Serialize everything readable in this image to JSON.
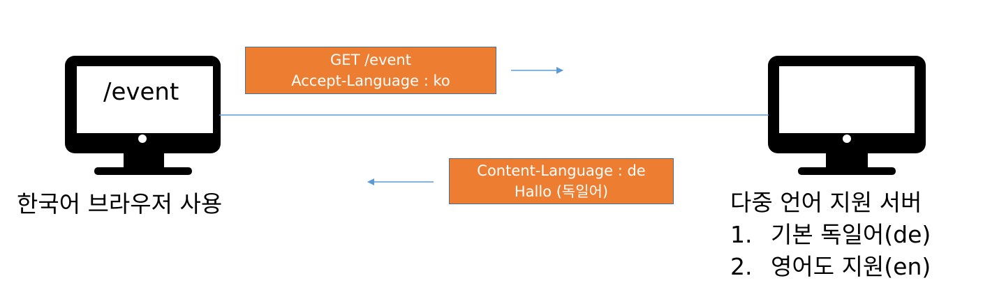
{
  "client": {
    "screen_path": "/event",
    "label": "한국어 브라우저 사용"
  },
  "server": {
    "label": "다중 언어 지원 서버",
    "features": [
      {
        "num": "1.",
        "text": "기본 독일어(de)"
      },
      {
        "num": "2.",
        "text": "영어도 지원(en)"
      }
    ]
  },
  "request": {
    "line1": "GET /event",
    "line2": "Accept-Language : ko"
  },
  "response": {
    "line1": "Content-Language : de",
    "line2": "Hallo (독일어)"
  },
  "colors": {
    "box_fill": "#ED7D31",
    "box_border": "#41719C",
    "connector": "#5B9BD5",
    "monitor": "#000000"
  },
  "icons": {
    "client_monitor": "computer-monitor-icon",
    "server_monitor": "computer-monitor-icon"
  }
}
